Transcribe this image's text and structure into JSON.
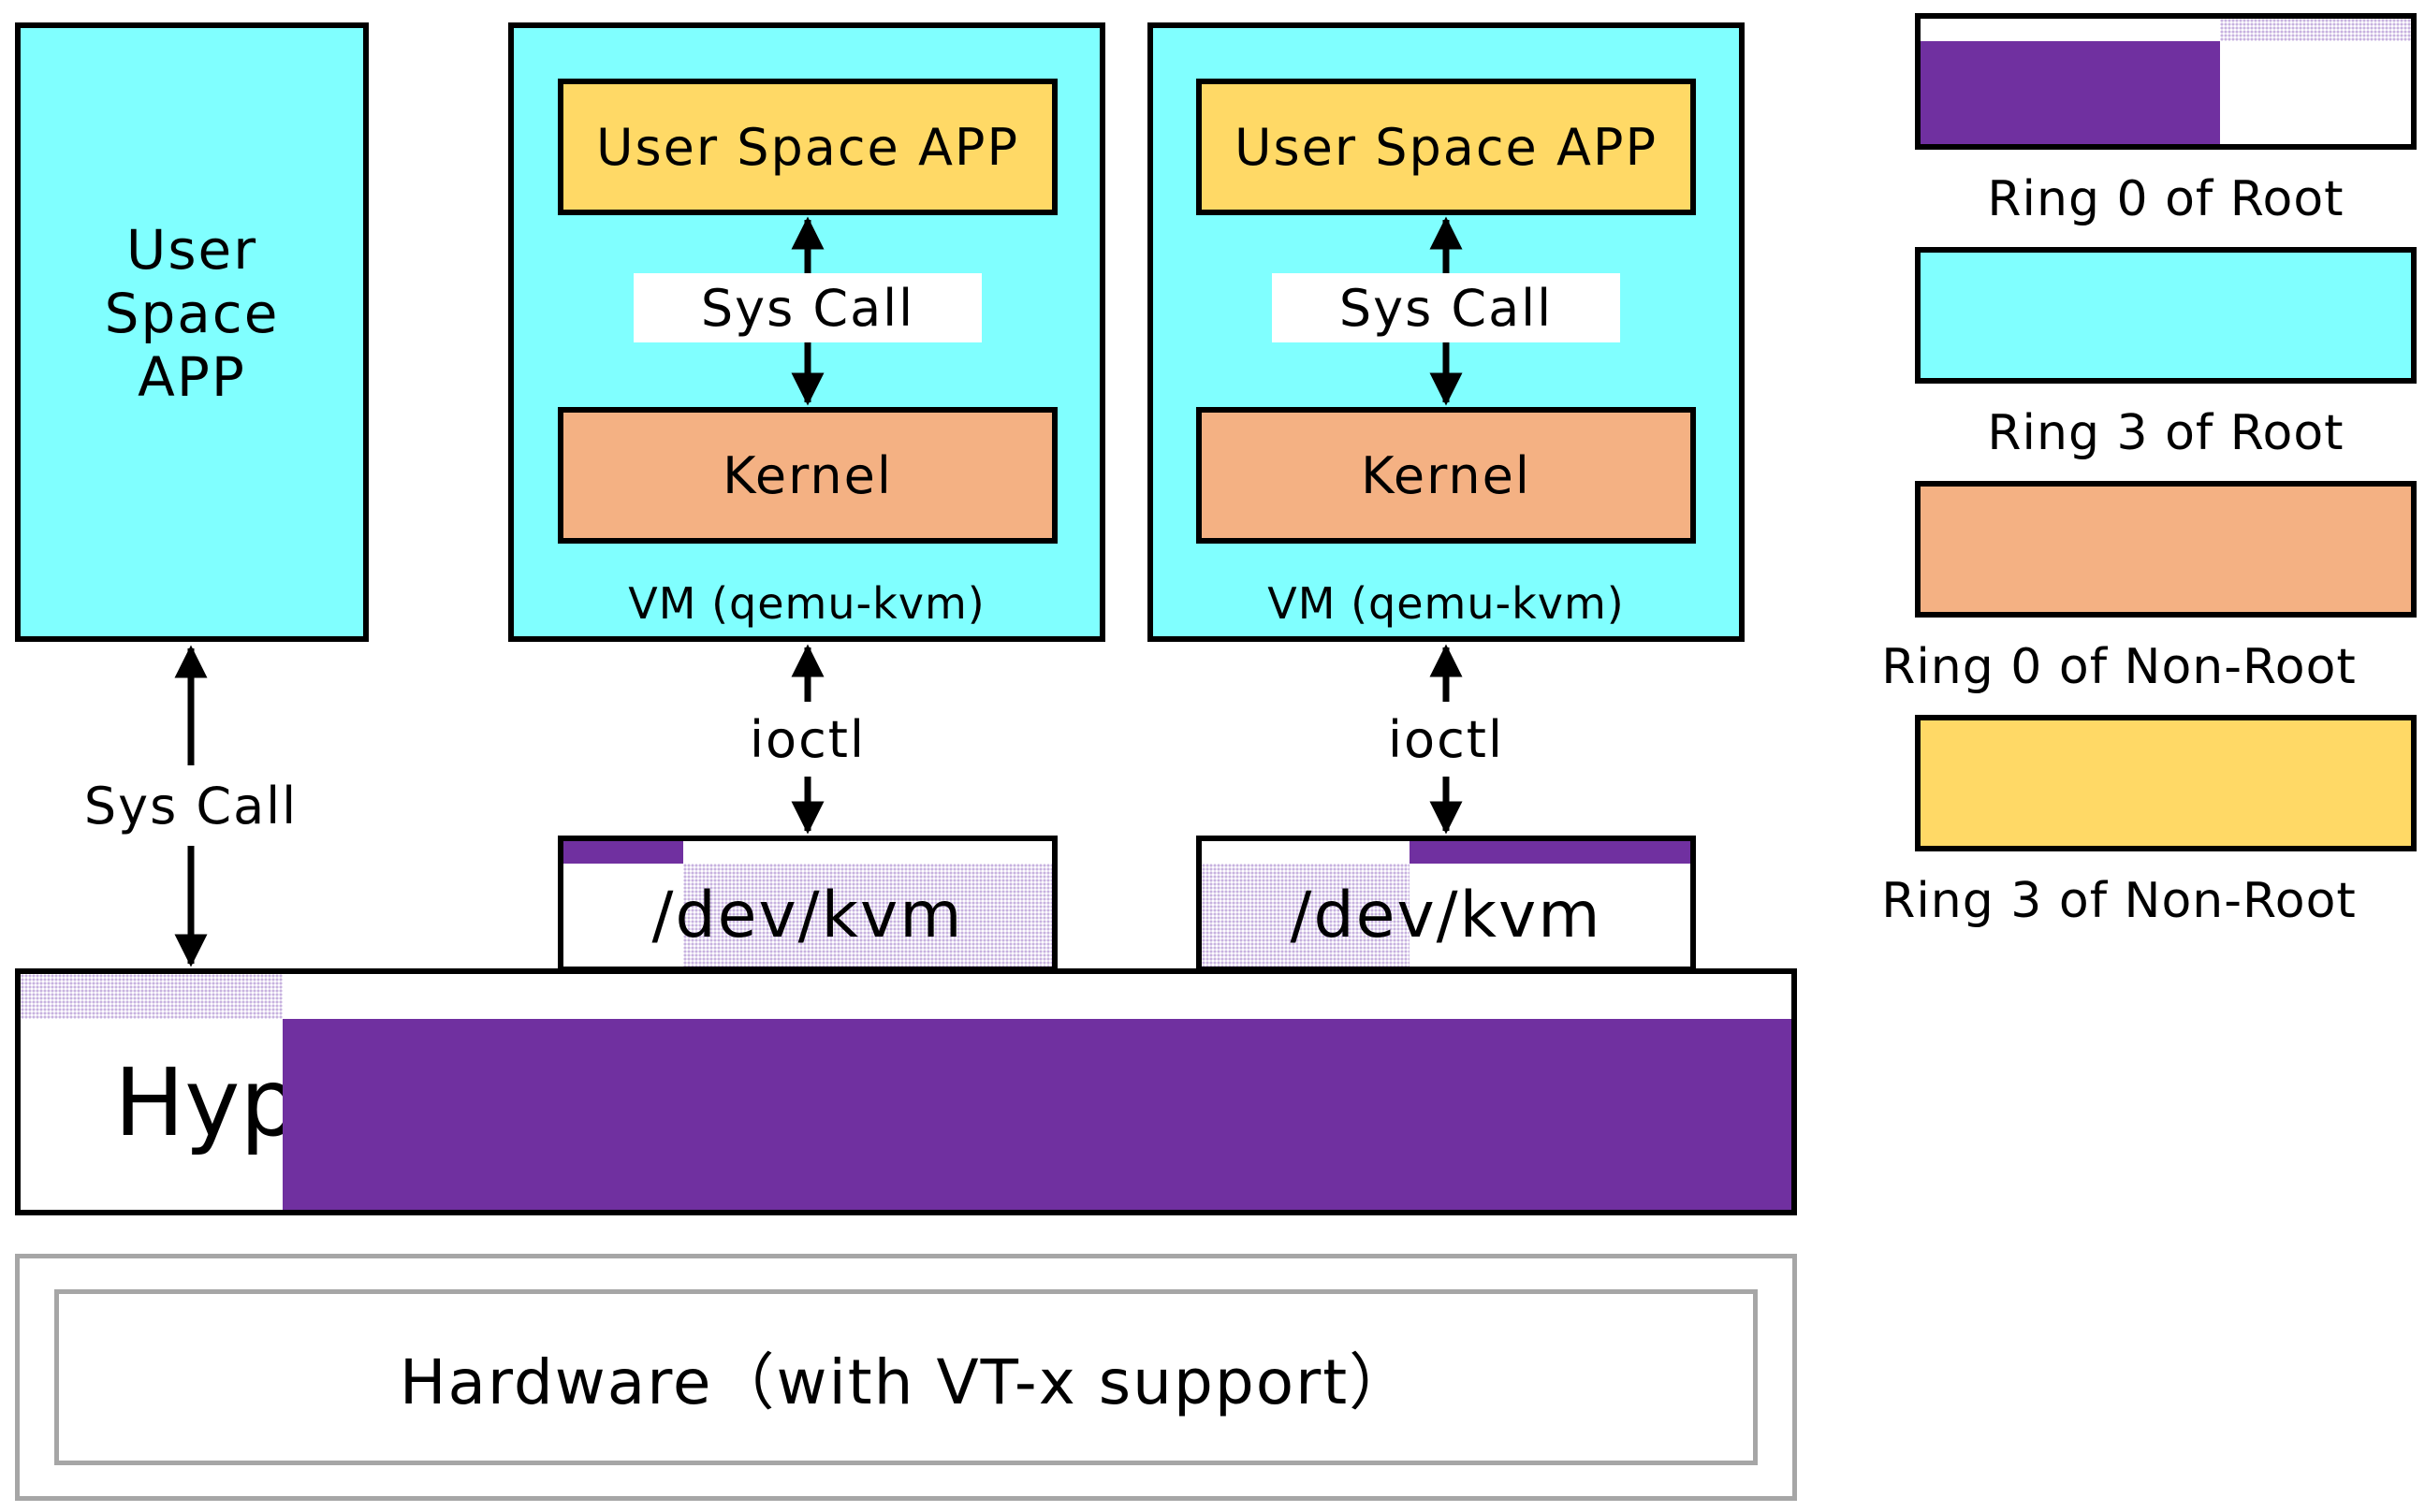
{
  "host_app": {
    "label_line1": "User",
    "label_line2": "Space",
    "label_line3": "APP"
  },
  "host_syscall": {
    "label": "Sys Call"
  },
  "vm1": {
    "app_label": "User Space APP",
    "syscall_label": "Sys Call",
    "kernel_label": "Kernel",
    "vm_label": "VM (qemu-kvm)",
    "ioctl_label": "ioctl",
    "dev_label": "/dev/kvm"
  },
  "vm2": {
    "app_label": "User Space APP",
    "syscall_label": "Sys Call",
    "kernel_label": "Kernel",
    "vm_label": "VM (qemu-kvm)",
    "ioctl_label": "ioctl",
    "dev_label": "/dev/kvm"
  },
  "hypervisor": {
    "label": "Hyp"
  },
  "hardware": {
    "label": "Hardware（with VT-x support）"
  },
  "legend": [
    {
      "label": "Ring 0 of Root",
      "color": "#7030a0"
    },
    {
      "label": "Ring 3 of Root",
      "color": "#80ffff"
    },
    {
      "label": "Ring 0 of Non-Root",
      "color": "#f4b183"
    },
    {
      "label": "Ring 3 of Non-Root",
      "color": "#ffd966"
    }
  ],
  "colors": {
    "ring0_root": "#7030a0",
    "ring3_root": "#80ffff",
    "ring0_nonroot": "#f4b183",
    "ring3_nonroot": "#ffd966"
  }
}
